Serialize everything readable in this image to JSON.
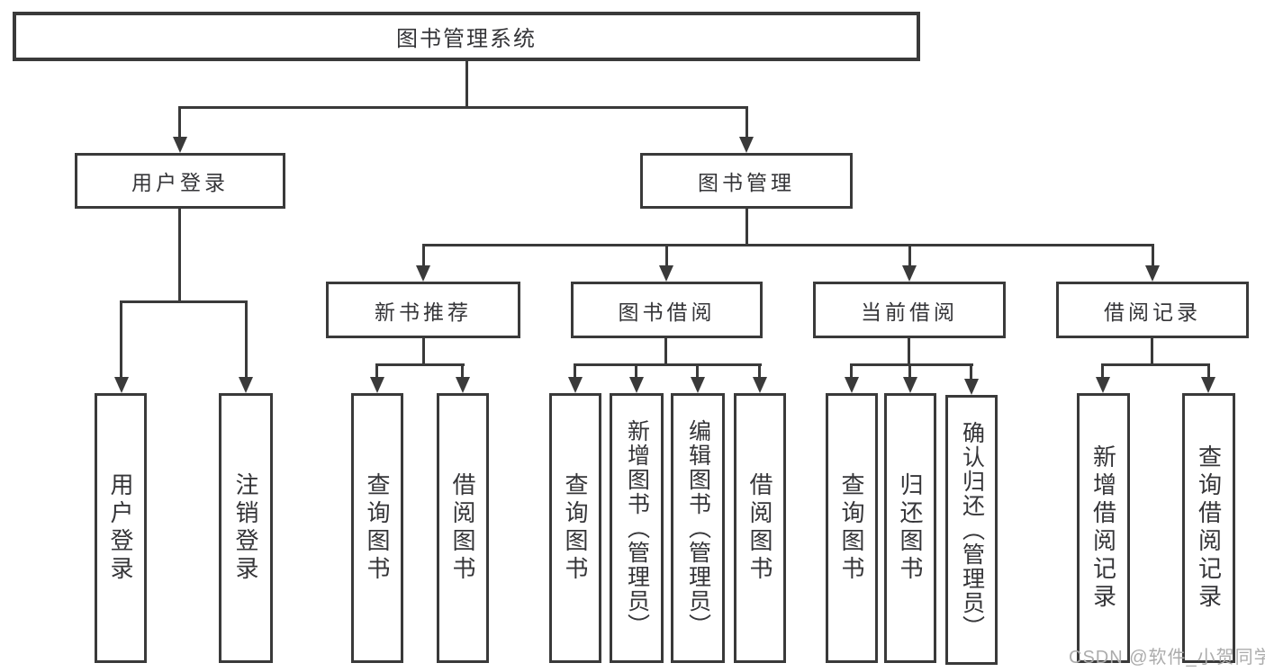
{
  "tree": {
    "root": {
      "label": "图书管理系统"
    },
    "branches": [
      {
        "label": "用户登录",
        "children": [
          {
            "label": "用户登录"
          },
          {
            "label": "注销登录"
          }
        ]
      },
      {
        "label": "图书管理",
        "children": [
          {
            "label": "新书推荐",
            "children": [
              {
                "label": "查询图书"
              },
              {
                "label": "借阅图书"
              }
            ]
          },
          {
            "label": "图书借阅",
            "children": [
              {
                "label": "查询图书"
              },
              {
                "label": "新增图书（管理员）"
              },
              {
                "label": "编辑图书（管理员）"
              },
              {
                "label": "借阅图书"
              }
            ]
          },
          {
            "label": "当前借阅",
            "children": [
              {
                "label": "查询图书"
              },
              {
                "label": "归还图书"
              },
              {
                "label": "确认归还（管理员）"
              }
            ]
          },
          {
            "label": "借阅记录",
            "children": [
              {
                "label": "新增借阅记录"
              },
              {
                "label": "查询借阅记录"
              }
            ]
          }
        ]
      }
    ]
  },
  "watermark": {
    "text": "CSDN @软件_小贺同学"
  },
  "colors": {
    "line": "#3a3a3a",
    "text": "#353538",
    "watermark": "#acacac",
    "background": "#ffffff"
  }
}
